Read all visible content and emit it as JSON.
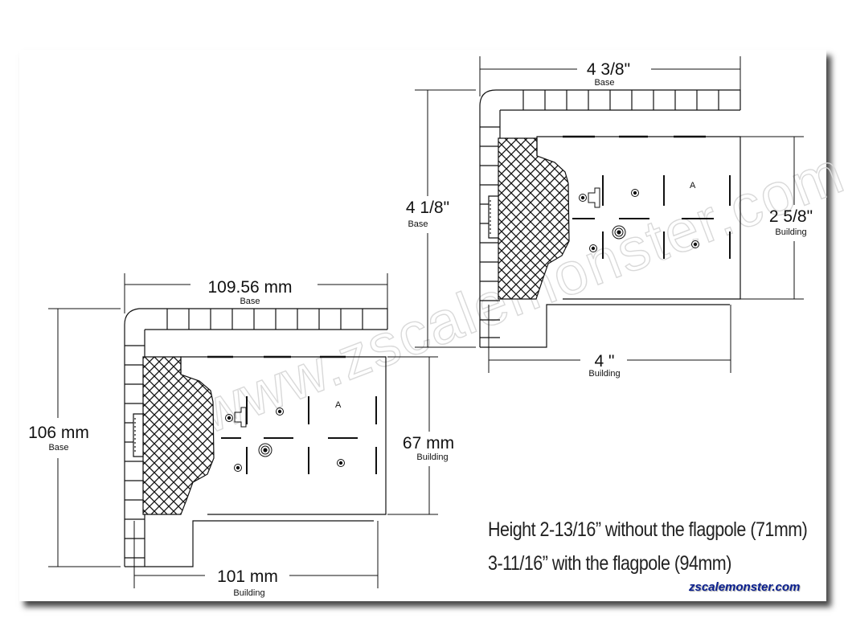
{
  "metric_plan": {
    "base_width": "109.56 mm",
    "base_width_caption": "Base",
    "base_depth": "106 mm",
    "base_depth_caption": "Base",
    "building_depth": "67 mm",
    "building_depth_caption": "Building",
    "building_width": "101 mm",
    "building_width_caption": "Building",
    "room_letter": "A"
  },
  "imperial_plan": {
    "base_width": "4 3/8\"",
    "base_width_caption": "Base",
    "base_depth": "4 1/8\"",
    "base_depth_caption": "Base",
    "building_depth": "2 5/8\"",
    "building_depth_caption": "Building",
    "building_width": "4 \"",
    "building_width_caption": "Building",
    "room_letter": "A"
  },
  "notes": {
    "line1": "Height  2-13/16” without the flagpole (71mm)",
    "line2": "3-11/16” with the flagpole (94mm)"
  },
  "watermark": "www.zscalemonster.com",
  "brand": "zscalemonster.com",
  "colors": {
    "line": "#111111",
    "brand": "#0a1f8f",
    "watermark": "#dedede"
  }
}
